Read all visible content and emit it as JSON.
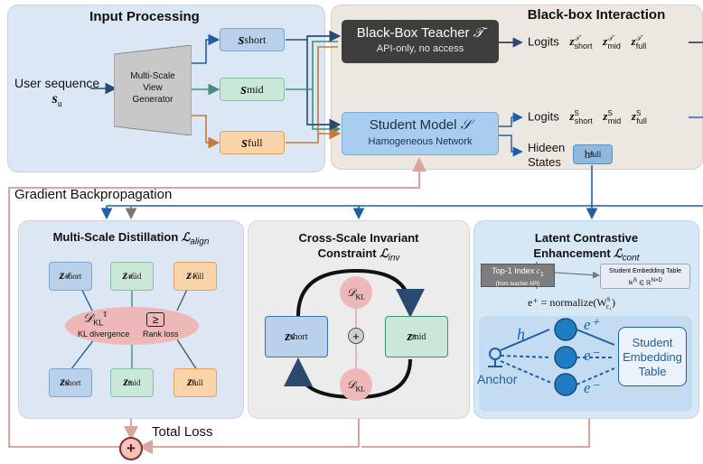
{
  "colors": {
    "input_bg": "#dce7f5",
    "blackbox_bg": "#ece8e1",
    "dist_bg": "#dde6f3",
    "inv_bg": "#ececec",
    "cont_bg": "#d6e7f6",
    "short_fill": "#b9d1ea",
    "mid_fill": "#c9e8d8",
    "full_fill": "#fbd3a8",
    "teacher_fill": "#3e3e3e",
    "student_fill": "#a9cdee",
    "kl_fill": "#efb8b8",
    "arrow_dark": "#2b4a6f",
    "arrow_blue": "#1f5fa8",
    "arrow_green": "#3f8f73",
    "arrow_orange": "#c9783a",
    "grad_line": "#d9a59f"
  },
  "input": {
    "title": "Input Processing",
    "user_seq_line1": "User sequence",
    "user_seq_var": "s",
    "user_seq_sub": "u",
    "generator_line1": "Multi-Scale",
    "generator_line2": "View",
    "generator_line3": "Generator",
    "s_short": "short",
    "s_mid": "mid",
    "s_full": "full",
    "s_var": "s"
  },
  "blackbox": {
    "title": "Black-box Interaction",
    "teacher_label": "Black-Box Teacher",
    "teacher_symbol": "𝒯",
    "teacher_sub": "API-only, no access",
    "teacher_logits": "Logits",
    "student_label": "Student Model",
    "student_symbol": "𝒮",
    "student_sub": "Hamogeneous Network",
    "student_logits": "Logits",
    "hidden_line1": "Hideen",
    "hidden_line2": "States",
    "h_full": "h",
    "h_sup": "S",
    "h_sub": "full"
  },
  "grad_label": "Gradient Backpropagation",
  "distill": {
    "title": "Multi-Scale Distillation",
    "loss_symbol": "ℒ",
    "loss_sub": "align",
    "kl_symbol": "𝒟",
    "kl_sub": "KL",
    "kl_sup": "τ",
    "kl_caption": "KL divergence",
    "rank_caption": "Rank loss",
    "rank_icon": "≥",
    "z": "z",
    "sup_t": "𝒯",
    "sup_s": "S",
    "short": "short",
    "mid": "mid",
    "full": "full"
  },
  "invariant": {
    "title_line1": "Cross-Scale Invariant",
    "title_line2": "Constraint",
    "loss_symbol": "ℒ",
    "loss_sub": "inv",
    "kl_symbol": "𝒟",
    "kl_sub": "KL",
    "plus": "+",
    "z": "z",
    "sup": "S",
    "short": "short",
    "mid": "mid"
  },
  "contrast": {
    "title_line1": "Latent Contrastive",
    "title_line2": "Enhancement",
    "loss_symbol": "ℒ",
    "loss_sub": "cont",
    "top1_line1": "Top-1 Index",
    "top1_var": "c",
    "top1_sub": "1",
    "top1_line2": "(from teacher API)",
    "emb_line1": "Student Embedding Table",
    "emb_line2": "W",
    "emb_sup": "S",
    "emb_rest": "∈ ℝ",
    "emb_dim": "N×D",
    "eplus_formula": "e⁺ = normalize(W",
    "eplus_sup": "S",
    "eplus_sub": "c₁",
    "eplus_close": ")",
    "h": "h",
    "e_plus": "e⁺",
    "e_minus": "e⁻",
    "anchor": "Anchor",
    "table_line1": "Student",
    "table_line2": "Embedding",
    "table_line3": "Table"
  },
  "total_loss": "Total Loss",
  "total_icon": "+"
}
